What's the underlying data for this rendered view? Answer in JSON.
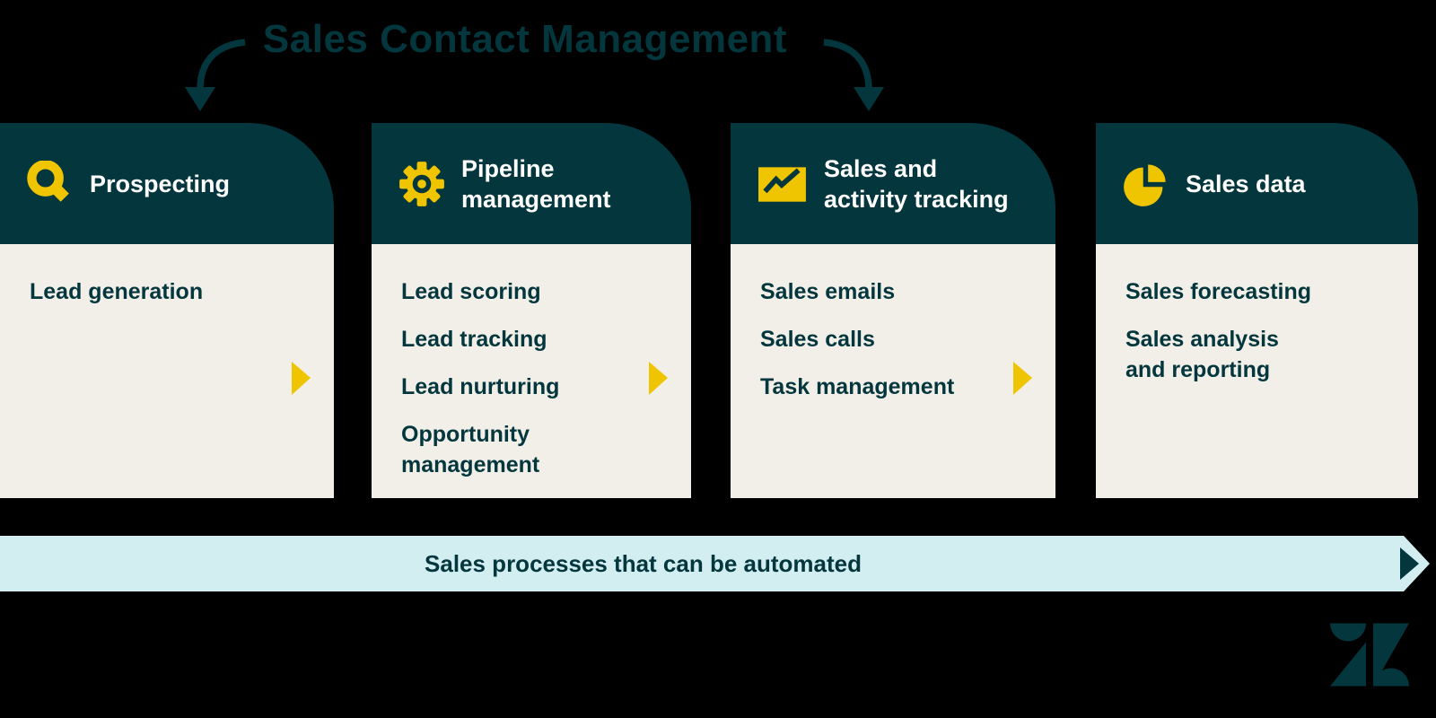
{
  "title": "Sales Contact Management",
  "cards": [
    {
      "id": "prospecting",
      "icon": "magnifier",
      "title": "Prospecting",
      "items": [
        "Lead generation"
      ],
      "next_arrow": true
    },
    {
      "id": "pipeline-management",
      "icon": "gear",
      "title": "Pipeline\nmanagement",
      "items": [
        "Lead scoring",
        "Lead tracking",
        "Lead nurturing",
        "Opportunity\nmanagement"
      ],
      "next_arrow": true
    },
    {
      "id": "sales-activity-tracking",
      "icon": "trend-chart",
      "title": "Sales and\nactivity tracking",
      "items": [
        "Sales emails",
        "Sales calls",
        "Task management"
      ],
      "next_arrow": true
    },
    {
      "id": "sales-data",
      "icon": "pie-chart",
      "title": "Sales data",
      "items": [
        "Sales forecasting",
        "Sales analysis\nand reporting"
      ],
      "next_arrow": false
    }
  ],
  "banner": {
    "label": "Sales processes that can be automated"
  },
  "logo": {
    "brand": "Zendesk"
  },
  "colors": {
    "teal": "#03363D",
    "yellow": "#EFC400",
    "cream": "#F2EFE9",
    "light_blue": "#D2EEF1",
    "background": "#000000",
    "header_text": "#FFFFFF"
  }
}
